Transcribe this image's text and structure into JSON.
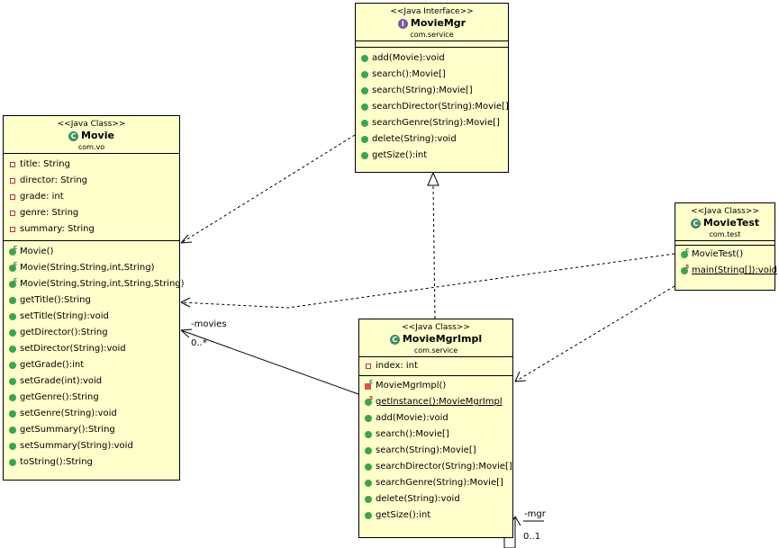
{
  "classes": {
    "moviemgr": {
      "stereotype": "<<Java Interface>>",
      "name": "MovieMgr",
      "package": "com.service",
      "attributes": [],
      "methods": [
        "add(Movie):void",
        "search():Movie[]",
        "search(String):Movie[]",
        "searchDirector(String):Movie[]",
        "searchGenre(String):Movie[]",
        "delete(String):void",
        "getSize():int"
      ]
    },
    "movie": {
      "stereotype": "<<Java Class>>",
      "name": "Movie",
      "package": "com.vo",
      "attributes": [
        "title: String",
        "director: String",
        "grade: int",
        "genre: String",
        "summary: String"
      ],
      "methods": [
        "Movie()",
        "Movie(String,String,int,String)",
        "Movie(String,String,int,String,String)",
        "getTitle():String",
        "setTitle(String):void",
        "getDirector():String",
        "setDirector(String):void",
        "getGrade():int",
        "setGrade(int):void",
        "getGenre():String",
        "setGenre(String):void",
        "getSummary():String",
        "setSummary(String):void",
        "toString():String"
      ]
    },
    "movietest": {
      "stereotype": "<<Java Class>>",
      "name": "MovieTest",
      "package": "com.test",
      "attributes": [],
      "methods": [
        "MovieTest()",
        "main(String[]):void"
      ]
    },
    "moviemgrimpl": {
      "stereotype": "<<Java Class>>",
      "name": "MovieMgrImpl",
      "package": "com.service",
      "attributes": [
        "index: int"
      ],
      "methods": [
        "MovieMgrImpl()",
        "getInstance():MovieMgrImpl",
        "add(Movie):void",
        "search():Movie[]",
        "search(String):Movie[]",
        "searchDirector(String):Movie[]",
        "searchGenre(String):Movie[]",
        "delete(String):void",
        "getSize():int"
      ]
    }
  },
  "labels": {
    "movies_role": "-movies",
    "movies_mult": "0..*",
    "mgr_role": "-mgr",
    "mgr_mult": "0..1"
  }
}
